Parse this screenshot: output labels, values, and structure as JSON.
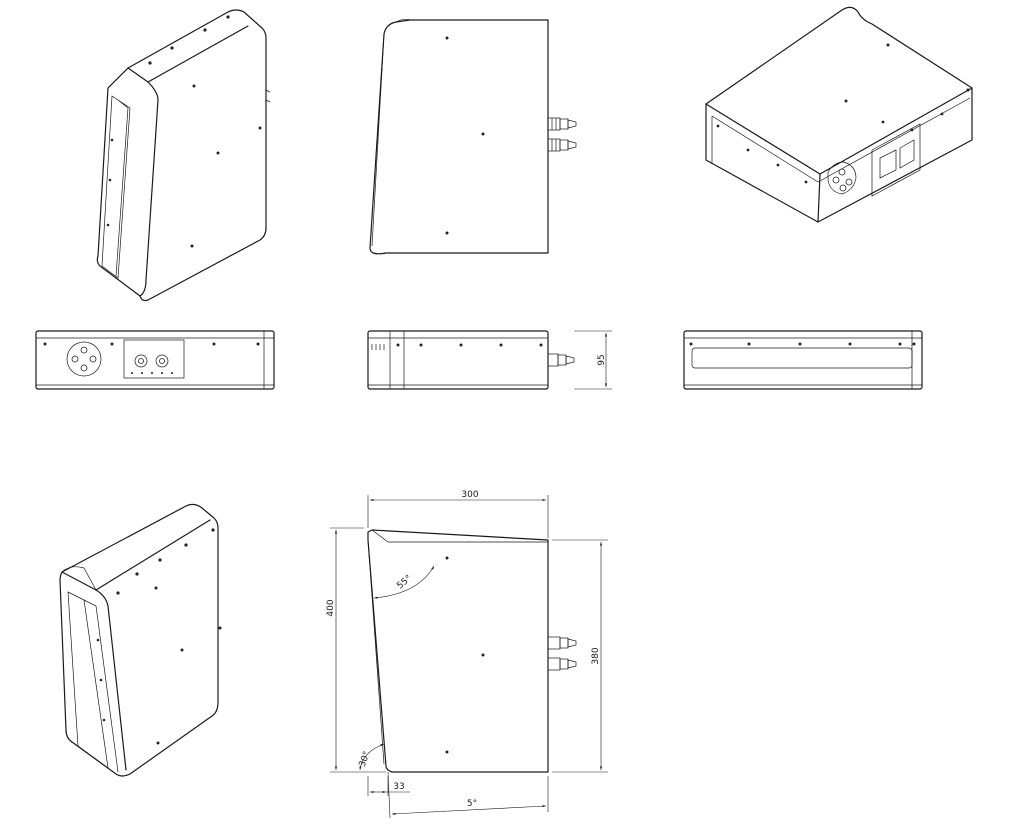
{
  "dimensions": {
    "height_side": "95",
    "width_top": "300",
    "height_total": "400",
    "height_back": "380",
    "angle_top": "55°",
    "angle_bottom": "30°",
    "foot_length": "33",
    "tilt_angle": "5°"
  },
  "colors": {
    "line": "#1a1a1a",
    "background": "#ffffff"
  }
}
